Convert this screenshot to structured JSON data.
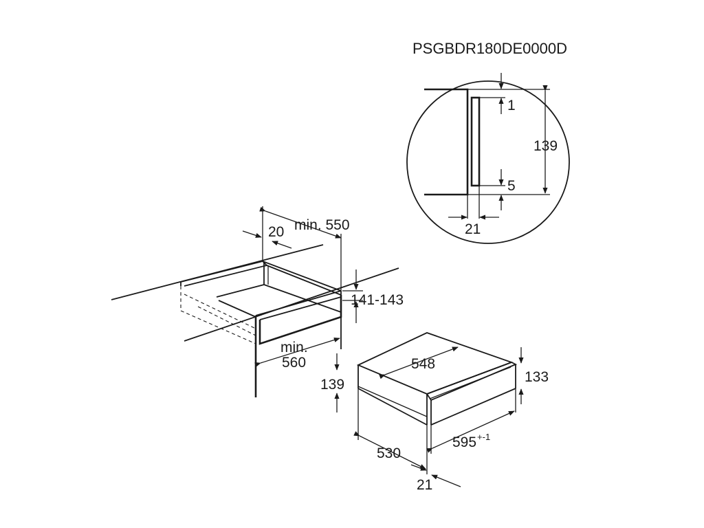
{
  "diagram": {
    "model_code": "PSGBDR180DE0000D",
    "detail_view": {
      "height_total": "139",
      "gap_top": "1",
      "gap_bottom": "5",
      "depth": "21"
    },
    "niche": {
      "depth_label": "min. 550",
      "setback": "20",
      "height_range": "141-143",
      "width_label_line1": "min.",
      "width_label_line2": "560"
    },
    "appliance": {
      "top_width": "548",
      "front_height": "133",
      "side_height": "139",
      "depth": "530",
      "width": "595",
      "width_tolerance": "+-1",
      "front_thickness": "21"
    }
  }
}
